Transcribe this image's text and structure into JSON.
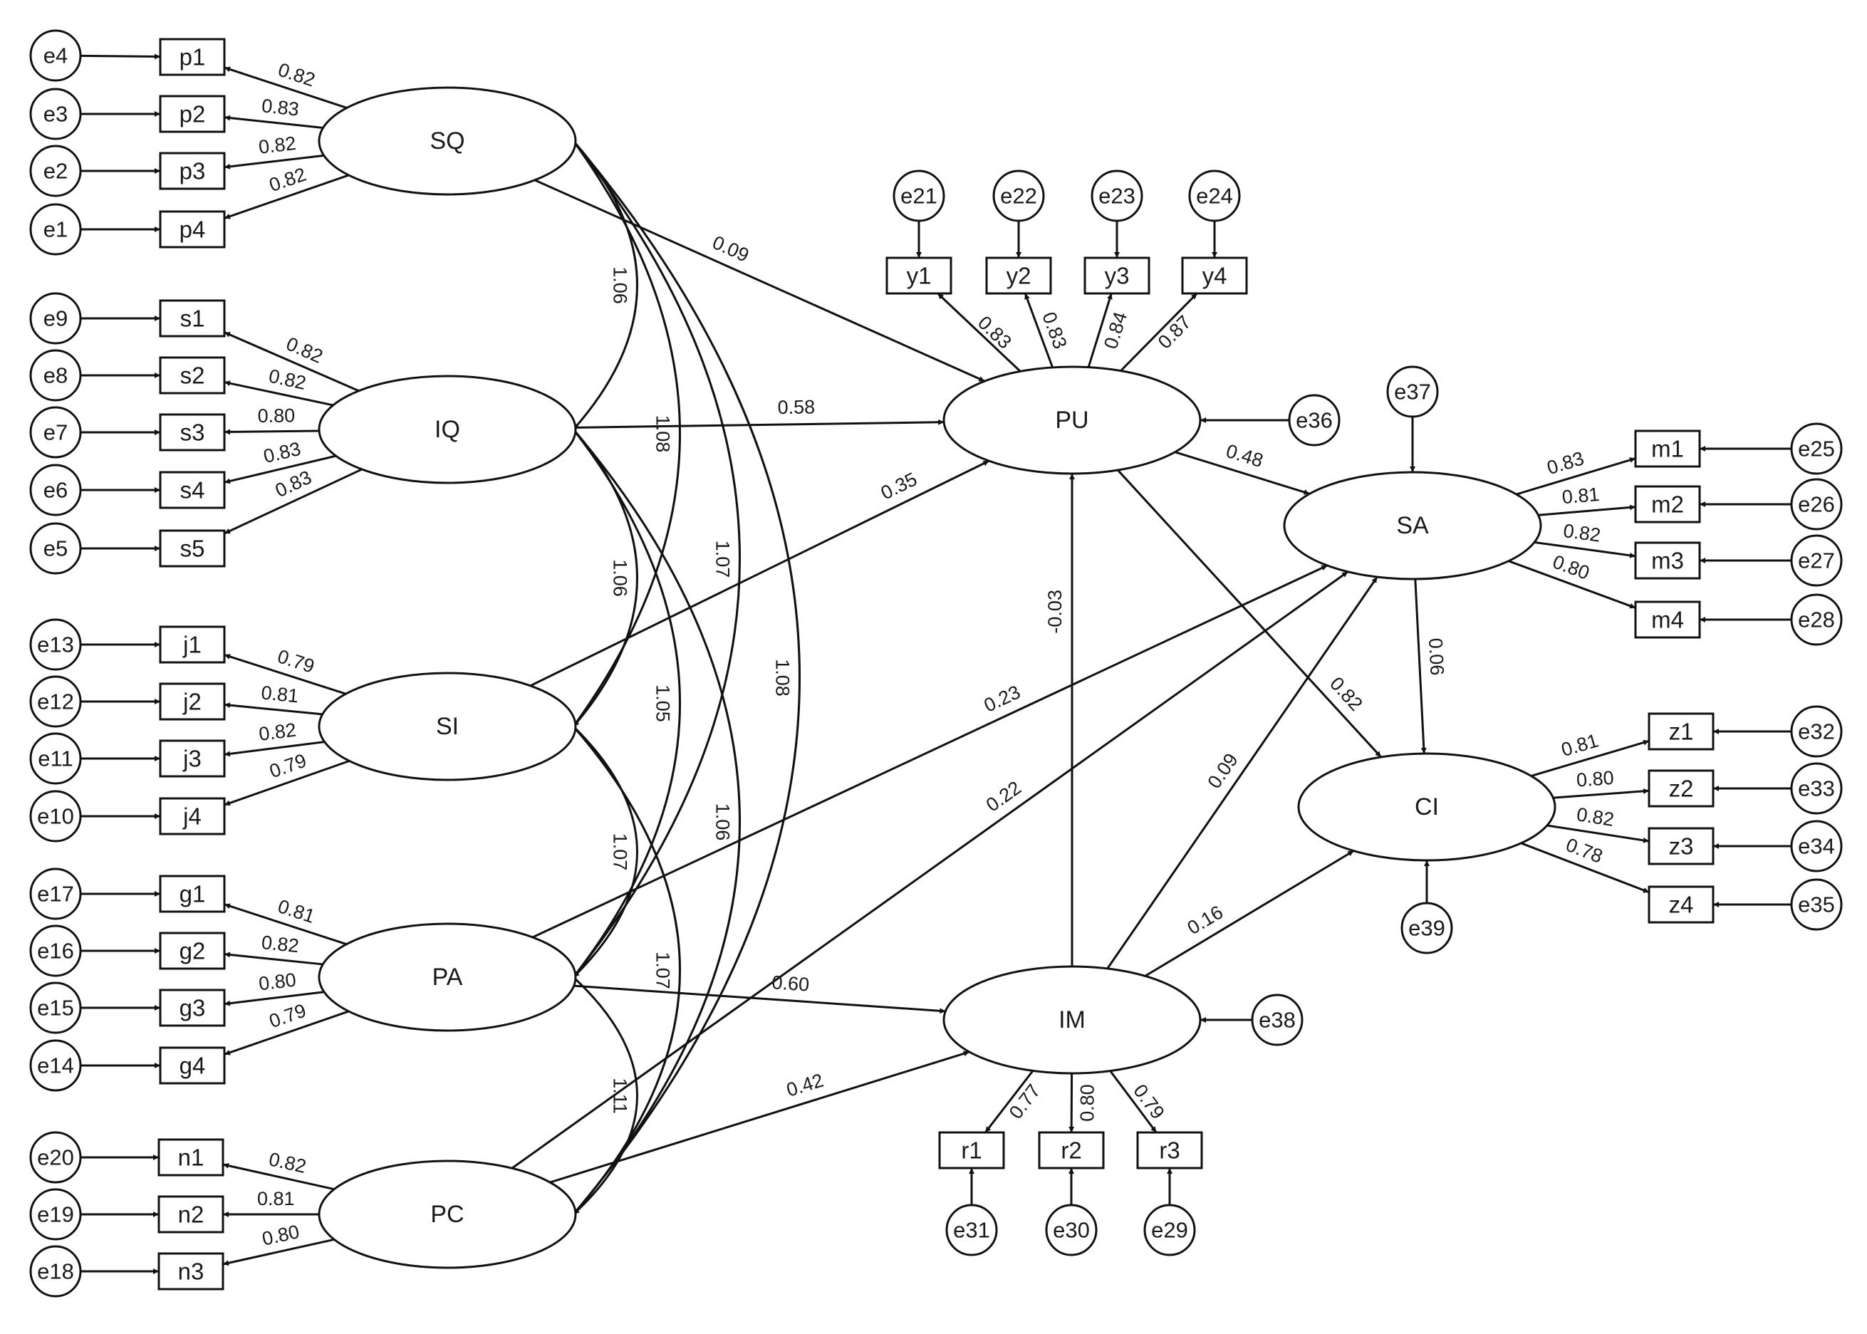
{
  "diagram": {
    "latents": [
      "SQ",
      "IQ",
      "SI",
      "PA",
      "PC",
      "PU",
      "IM",
      "SA",
      "CI"
    ],
    "indicator_groups": [
      {
        "factor": "SQ",
        "items": [
          {
            "name": "p1",
            "error": "e4",
            "loading": "0.82"
          },
          {
            "name": "p2",
            "error": "e3",
            "loading": "0.83"
          },
          {
            "name": "p3",
            "error": "e2",
            "loading": "0.82"
          },
          {
            "name": "p4",
            "error": "e1",
            "loading": "0.82"
          }
        ]
      },
      {
        "factor": "IQ",
        "items": [
          {
            "name": "s1",
            "error": "e9",
            "loading": "0.82"
          },
          {
            "name": "s2",
            "error": "e8",
            "loading": "0.82"
          },
          {
            "name": "s3",
            "error": "e7",
            "loading": "0.80"
          },
          {
            "name": "s4",
            "error": "e6",
            "loading": "0.83"
          },
          {
            "name": "s5",
            "error": "e5",
            "loading": "0.83"
          }
        ]
      },
      {
        "factor": "SI",
        "items": [
          {
            "name": "j1",
            "error": "e13",
            "loading": "0.79"
          },
          {
            "name": "j2",
            "error": "e12",
            "loading": "0.81"
          },
          {
            "name": "j3",
            "error": "e11",
            "loading": "0.82"
          },
          {
            "name": "j4",
            "error": "e10",
            "loading": "0.79"
          }
        ]
      },
      {
        "factor": "PA",
        "items": [
          {
            "name": "g1",
            "error": "e17",
            "loading": "0.81"
          },
          {
            "name": "g2",
            "error": "e16",
            "loading": "0.82"
          },
          {
            "name": "g3",
            "error": "e15",
            "loading": "0.80"
          },
          {
            "name": "g4",
            "error": "e14",
            "loading": "0.79"
          }
        ]
      },
      {
        "factor": "PC",
        "items": [
          {
            "name": "n1",
            "error": "e20",
            "loading": "0.82"
          },
          {
            "name": "n2",
            "error": "e19",
            "loading": "0.81"
          },
          {
            "name": "n3",
            "error": "e18",
            "loading": "0.80"
          }
        ]
      },
      {
        "factor": "PU",
        "items": [
          {
            "name": "y1",
            "error": "e21",
            "loading": "0.83"
          },
          {
            "name": "y2",
            "error": "e22",
            "loading": "0.83"
          },
          {
            "name": "y3",
            "error": "e23",
            "loading": "0.84"
          },
          {
            "name": "y4",
            "error": "e24",
            "loading": "0.87"
          }
        ]
      },
      {
        "factor": "SA",
        "items": [
          {
            "name": "m1",
            "error": "e25",
            "loading": "0.83"
          },
          {
            "name": "m2",
            "error": "e26",
            "loading": "0.81"
          },
          {
            "name": "m3",
            "error": "e27",
            "loading": "0.82"
          },
          {
            "name": "m4",
            "error": "e28",
            "loading": "0.80"
          }
        ]
      },
      {
        "factor": "CI",
        "items": [
          {
            "name": "z1",
            "error": "e32",
            "loading": "0.81"
          },
          {
            "name": "z2",
            "error": "e33",
            "loading": "0.80"
          },
          {
            "name": "z3",
            "error": "e34",
            "loading": "0.82"
          },
          {
            "name": "z4",
            "error": "e35",
            "loading": "0.78"
          }
        ]
      },
      {
        "factor": "IM",
        "items": [
          {
            "name": "r1",
            "error": "e31",
            "loading": "0.77"
          },
          {
            "name": "r2",
            "error": "e30",
            "loading": "0.80"
          },
          {
            "name": "r3",
            "error": "e29",
            "loading": "0.79"
          }
        ]
      }
    ],
    "disturbances": [
      {
        "name": "e36",
        "target": "PU"
      },
      {
        "name": "e38",
        "target": "IM"
      },
      {
        "name": "e37",
        "target": "SA"
      },
      {
        "name": "e39",
        "target": "CI"
      }
    ],
    "paths": [
      {
        "from": "SQ",
        "to": "PU",
        "coef": "0.09"
      },
      {
        "from": "IQ",
        "to": "PU",
        "coef": "0.58"
      },
      {
        "from": "SI",
        "to": "PU",
        "coef": "0.35"
      },
      {
        "from": "PA",
        "to": "SA",
        "coef": "0.23"
      },
      {
        "from": "PC",
        "to": "SA",
        "coef": "0.22"
      },
      {
        "from": "PA",
        "to": "IM",
        "coef": "0.60"
      },
      {
        "from": "PC",
        "to": "IM",
        "coef": "0.42"
      },
      {
        "from": "IM",
        "to": "PU",
        "coef": "-0.03"
      },
      {
        "from": "PU",
        "to": "SA",
        "coef": "0.48"
      },
      {
        "from": "PU",
        "to": "CI",
        "coef": "0.82"
      },
      {
        "from": "IM",
        "to": "SA",
        "coef": "0.09"
      },
      {
        "from": "IM",
        "to": "CI",
        "coef": "0.16"
      },
      {
        "from": "SA",
        "to": "CI",
        "coef": "0.06"
      }
    ],
    "covariances": [
      {
        "a": "SQ",
        "b": "IQ",
        "coef": "1.06"
      },
      {
        "a": "IQ",
        "b": "SI",
        "coef": "1.06"
      },
      {
        "a": "SI",
        "b": "PA",
        "coef": "1.07"
      },
      {
        "a": "PA",
        "b": "PC",
        "coef": "1.11"
      },
      {
        "a": "SQ",
        "b": "SI",
        "coef": "1.08"
      },
      {
        "a": "IQ",
        "b": "PA",
        "coef": "1.05"
      },
      {
        "a": "SI",
        "b": "PC",
        "coef": "1.07"
      },
      {
        "a": "SQ",
        "b": "PA",
        "coef": "1.07"
      },
      {
        "a": "IQ",
        "b": "PC",
        "coef": "1.06"
      },
      {
        "a": "SQ",
        "b": "PC",
        "coef": "1.08"
      }
    ]
  }
}
